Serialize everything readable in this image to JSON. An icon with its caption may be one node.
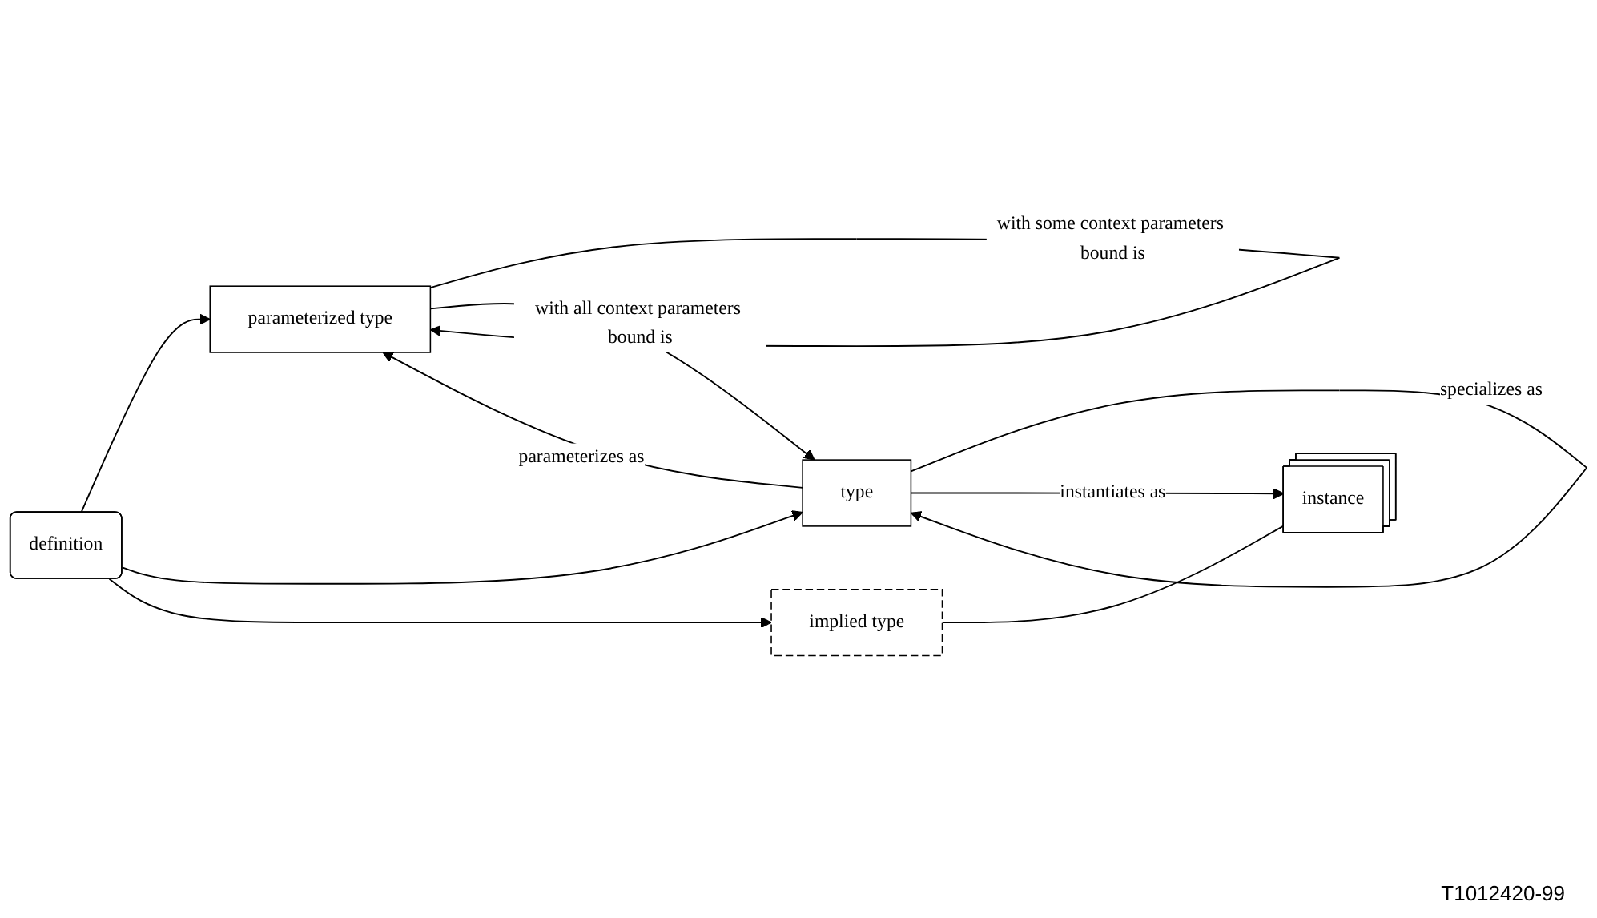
{
  "diagram": {
    "nodes": [
      {
        "text": [
          "parameterized type"
        ]
      },
      {
        "text": [
          "type"
        ]
      },
      {
        "text": [
          "definition"
        ]
      },
      {
        "text": [
          "instance"
        ]
      },
      {
        "text": [
          "implied type"
        ]
      }
    ],
    "edges": [
      {
        "from": 0,
        "to": 0,
        "arrow": "to",
        "label": "with some context parameters bound is"
      },
      {
        "from": 2,
        "to": 0,
        "arrow": "to"
      },
      {
        "from": 1,
        "to": 0,
        "arrow": "to",
        "label": "parameterizes as"
      },
      {
        "from": 0,
        "to": 1,
        "arrow": "to",
        "label": "with all context parameters bound is"
      },
      {
        "from": 2,
        "to": 1,
        "arrow": "to"
      },
      {
        "from": 1,
        "to": 1,
        "arrow": "to",
        "label": "specializes as"
      },
      {
        "from": 1,
        "to": 3,
        "arrow": "to",
        "label": "instantiates as"
      },
      {
        "from": 2,
        "to": 4,
        "arrow": "to"
      },
      {
        "from": 4,
        "to": 3,
        "arrow": "none"
      }
    ],
    "labels": [
      "T1012420-99"
    ]
  }
}
